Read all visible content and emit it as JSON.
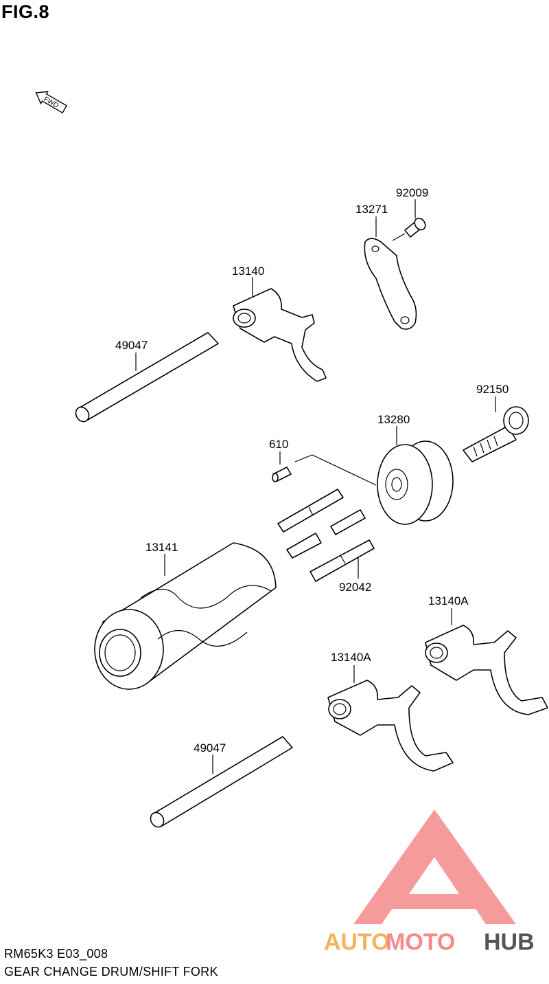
{
  "figure": {
    "title": "FIG.8"
  },
  "direction_marker": {
    "text": "FWD",
    "icon": "fwd-arrow-icon"
  },
  "parts": [
    {
      "id": "shift-fork-13140",
      "label": "13140"
    },
    {
      "id": "shaft-top",
      "label": "49047"
    },
    {
      "id": "plate",
      "label": "13271"
    },
    {
      "id": "screw",
      "label": "92009"
    },
    {
      "id": "bolt",
      "label": "92150"
    },
    {
      "id": "cam",
      "label": "13280"
    },
    {
      "id": "pin-610",
      "label": "610"
    },
    {
      "id": "pins-92042",
      "label": "92042"
    },
    {
      "id": "drum",
      "label": "13141"
    },
    {
      "id": "fork-a-right",
      "label": "13140A"
    },
    {
      "id": "fork-a-left",
      "label": "13140A"
    },
    {
      "id": "shaft-bottom",
      "label": "49047"
    }
  ],
  "footer": {
    "code": "RM65K3 E03_008",
    "name": "GEAR CHANGE DRUM/SHIFT FORK"
  },
  "watermark": {
    "text_auto": "AUTO",
    "text_moto": "MOTO",
    "text_hub": "HUB",
    "color_primary": "#f06a6a",
    "color_secondary": "#f3b35c",
    "color_hub": "#555555"
  }
}
